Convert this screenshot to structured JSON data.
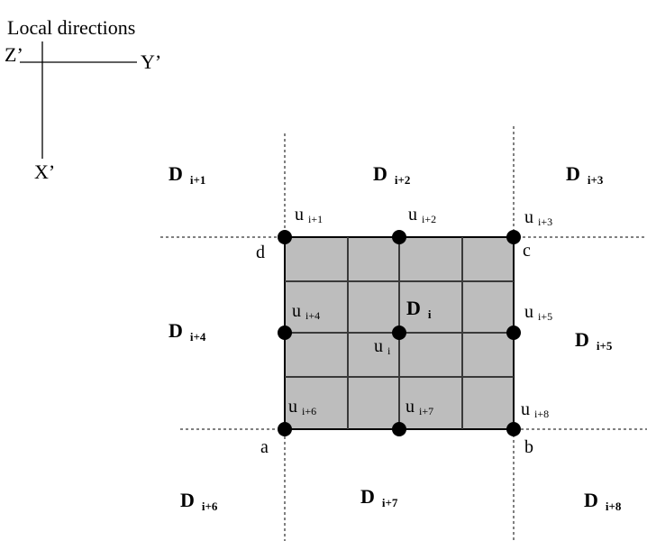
{
  "title": "Local directions",
  "axes": {
    "z": "Z’",
    "y": "Y’",
    "x": "X’"
  },
  "domains": [
    {
      "id": "d-i1",
      "letter": "D",
      "sub": "i+1"
    },
    {
      "id": "d-i2",
      "letter": "D",
      "sub": "i+2"
    },
    {
      "id": "d-i3",
      "letter": "D",
      "sub": "i+3"
    },
    {
      "id": "d-i4",
      "letter": "D",
      "sub": "i+4"
    },
    {
      "id": "d-i",
      "letter": "D",
      "sub": "i"
    },
    {
      "id": "d-i5",
      "letter": "D",
      "sub": "i+5"
    },
    {
      "id": "d-i6",
      "letter": "D",
      "sub": "i+6"
    },
    {
      "id": "d-i7",
      "letter": "D",
      "sub": "i+7"
    },
    {
      "id": "d-i8",
      "letter": "D",
      "sub": "i+8"
    }
  ],
  "nodes": [
    {
      "id": "u-i1",
      "letter": "u",
      "sub": "i+1"
    },
    {
      "id": "u-i2",
      "letter": "u",
      "sub": "i+2"
    },
    {
      "id": "u-i3",
      "letter": "u",
      "sub": "i+3"
    },
    {
      "id": "u-i4",
      "letter": "u",
      "sub": "i+4"
    },
    {
      "id": "u-i",
      "letter": "u",
      "sub": "i"
    },
    {
      "id": "u-i5",
      "letter": "u",
      "sub": "i+5"
    },
    {
      "id": "u-i6",
      "letter": "u",
      "sub": "i+6"
    },
    {
      "id": "u-i7",
      "letter": "u",
      "sub": "i+7"
    },
    {
      "id": "u-i8",
      "letter": "u",
      "sub": "i+8"
    }
  ],
  "corners": {
    "a": "a",
    "b": "b",
    "c": "c",
    "d": "d"
  },
  "colors": {
    "cell_fill": "#bdbdbd",
    "line": "#000000",
    "grid": "#3a3a3a"
  }
}
